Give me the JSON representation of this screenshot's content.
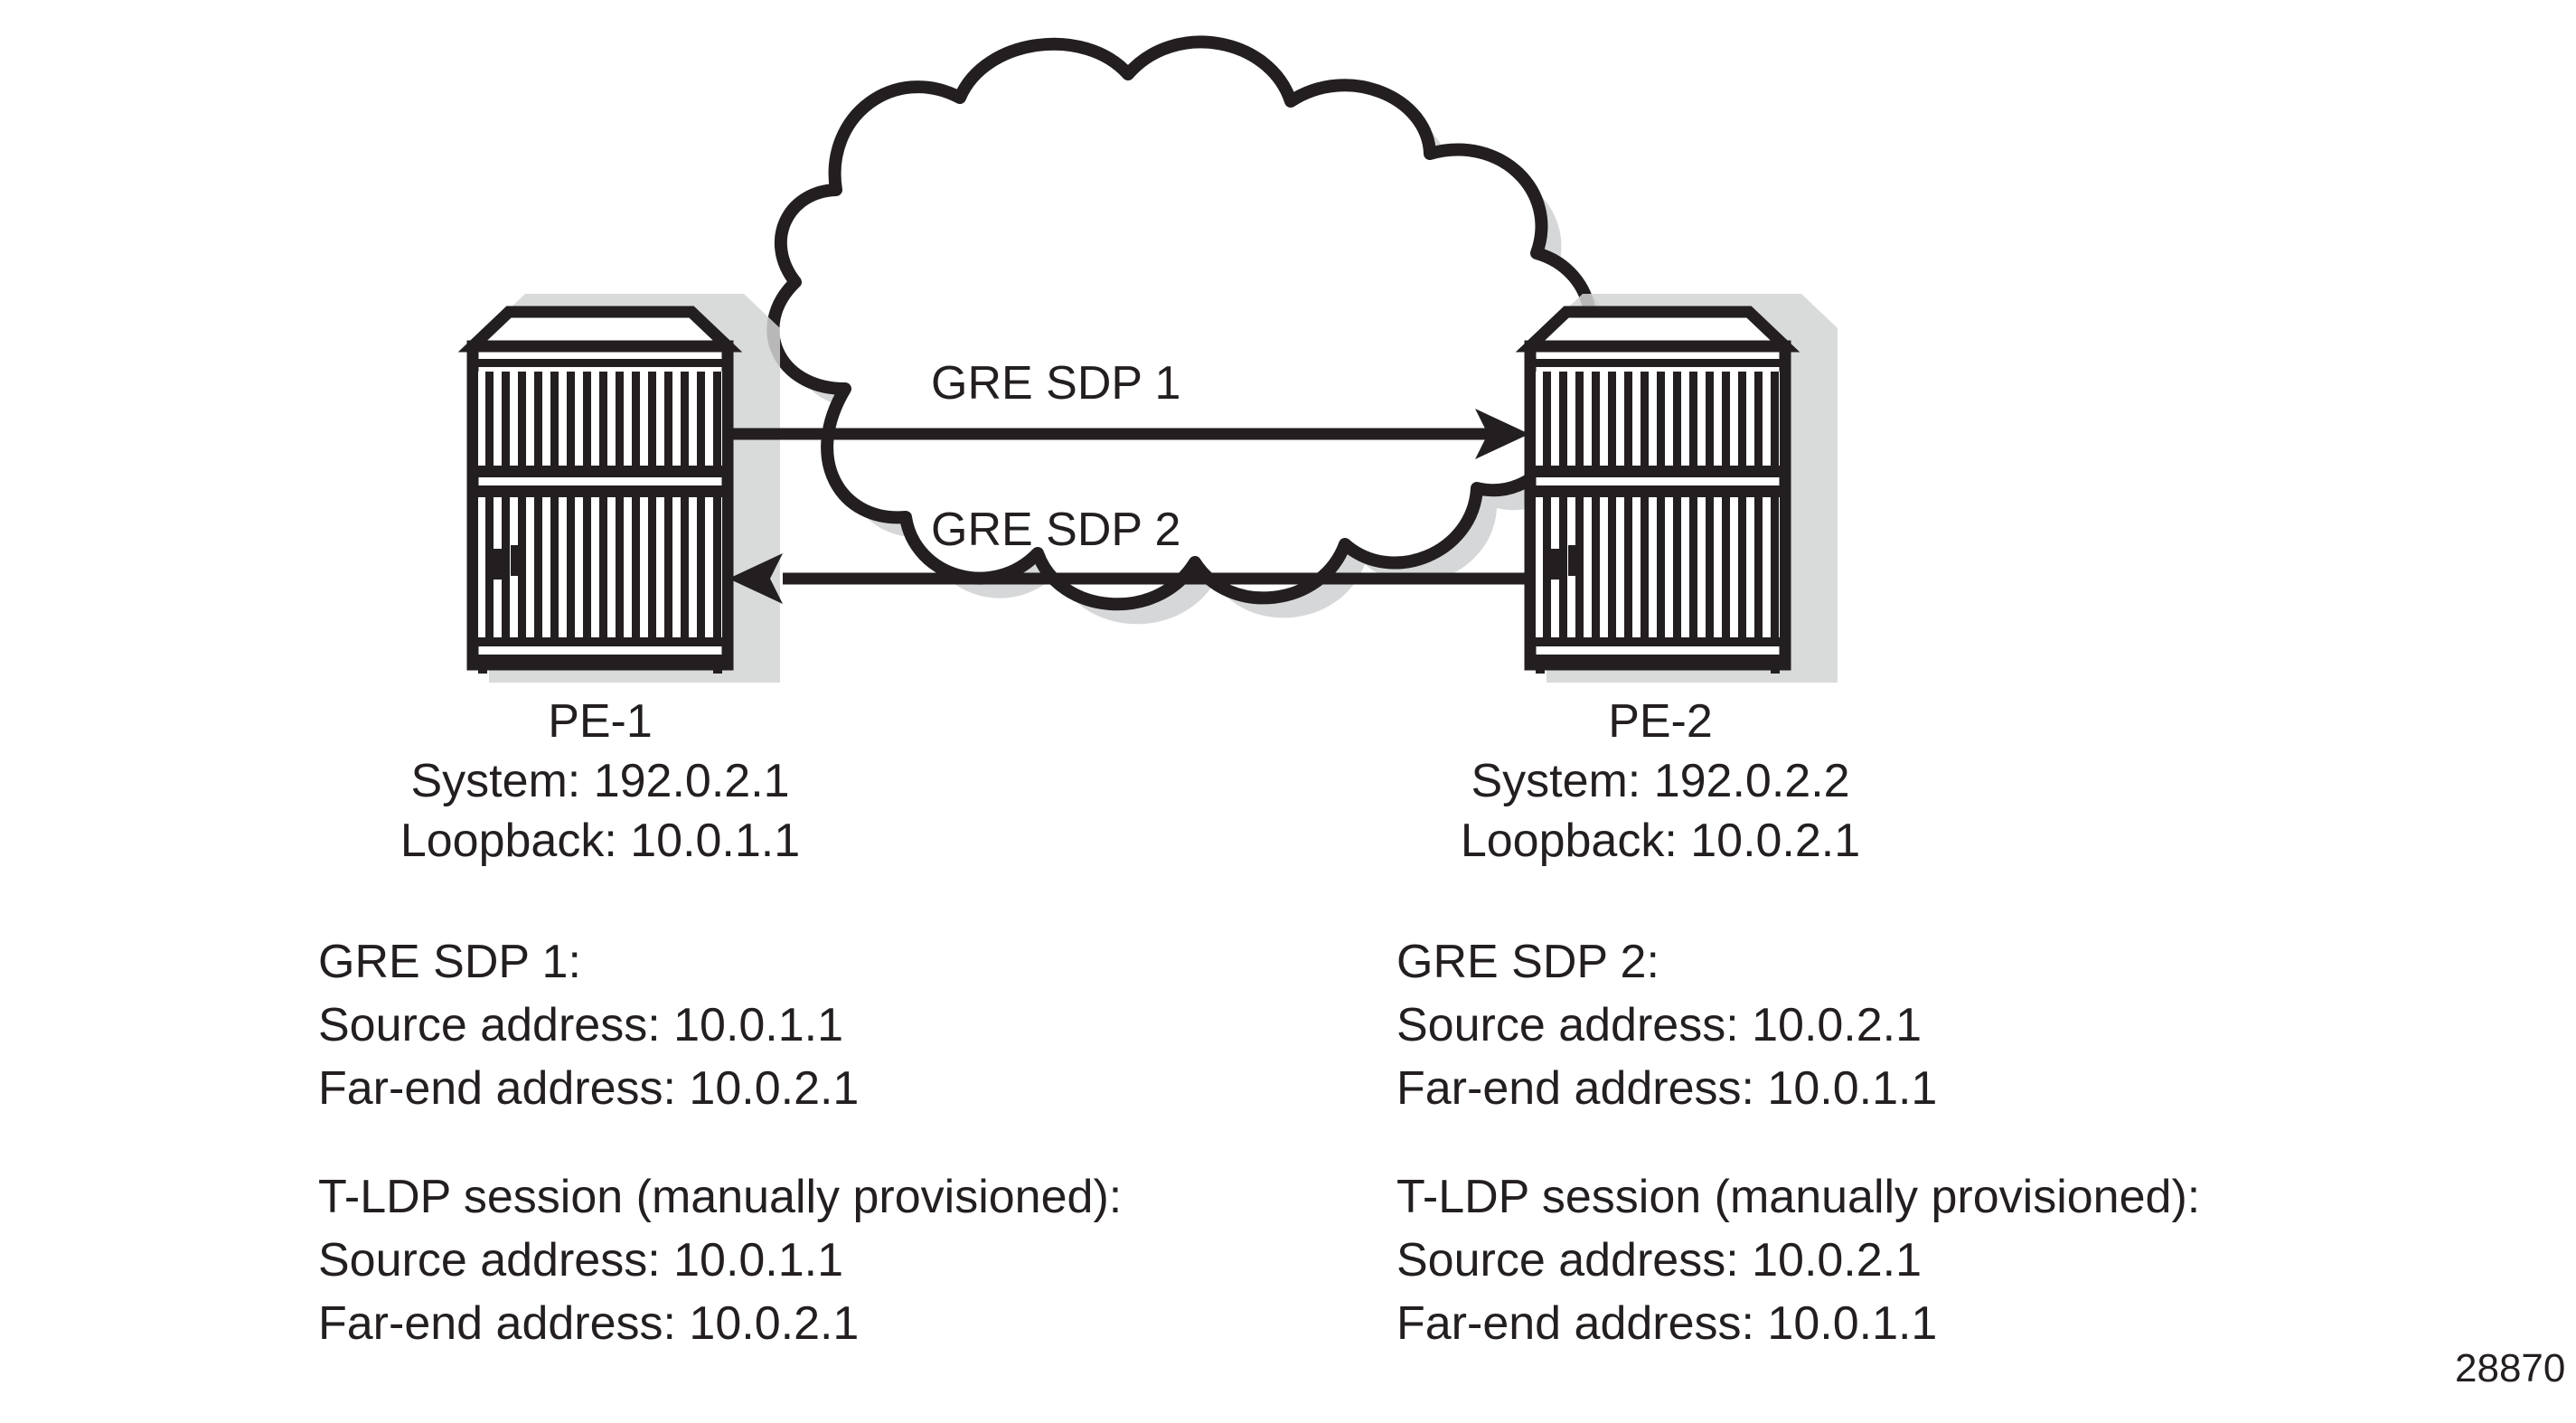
{
  "figure": {
    "id_label": "28870"
  },
  "cloud": {
    "name": "network-cloud"
  },
  "links": [
    {
      "label": "GRE SDP 1",
      "direction": "left-to-right"
    },
    {
      "label": "GRE SDP 2",
      "direction": "right-to-left"
    }
  ],
  "nodes": [
    {
      "name": "PE-1",
      "title": "PE-1",
      "lines": [
        "System: 192.0.2.1",
        "Loopback: 10.0.1.1"
      ]
    },
    {
      "name": "PE-2",
      "title": "PE-2",
      "lines": [
        "System: 192.0.2.2",
        "Loopback: 10.0.2.1"
      ]
    }
  ],
  "details": {
    "left": {
      "sdp_heading": "GRE SDP 1:",
      "sdp_source": "Source address: 10.0.1.1",
      "sdp_farend": "Far-end address: 10.0.2.1",
      "tldp_heading": "T-LDP session (manually provisioned):",
      "tldp_source": "Source address: 10.0.1.1",
      "tldp_farend": "Far-end address: 10.0.2.1"
    },
    "right": {
      "sdp_heading": "GRE SDP 2:",
      "sdp_source": "Source address: 10.0.2.1",
      "sdp_farend": "Far-end address: 10.0.1.1",
      "tldp_heading": "T-LDP session (manually provisioned):",
      "tldp_source": "Source address: 10.0.2.1",
      "tldp_farend": "Far-end address: 10.0.1.1"
    }
  },
  "colors": {
    "ink": "#231f20",
    "shadow": "#d2d3d4",
    "background": "#ffffff"
  }
}
